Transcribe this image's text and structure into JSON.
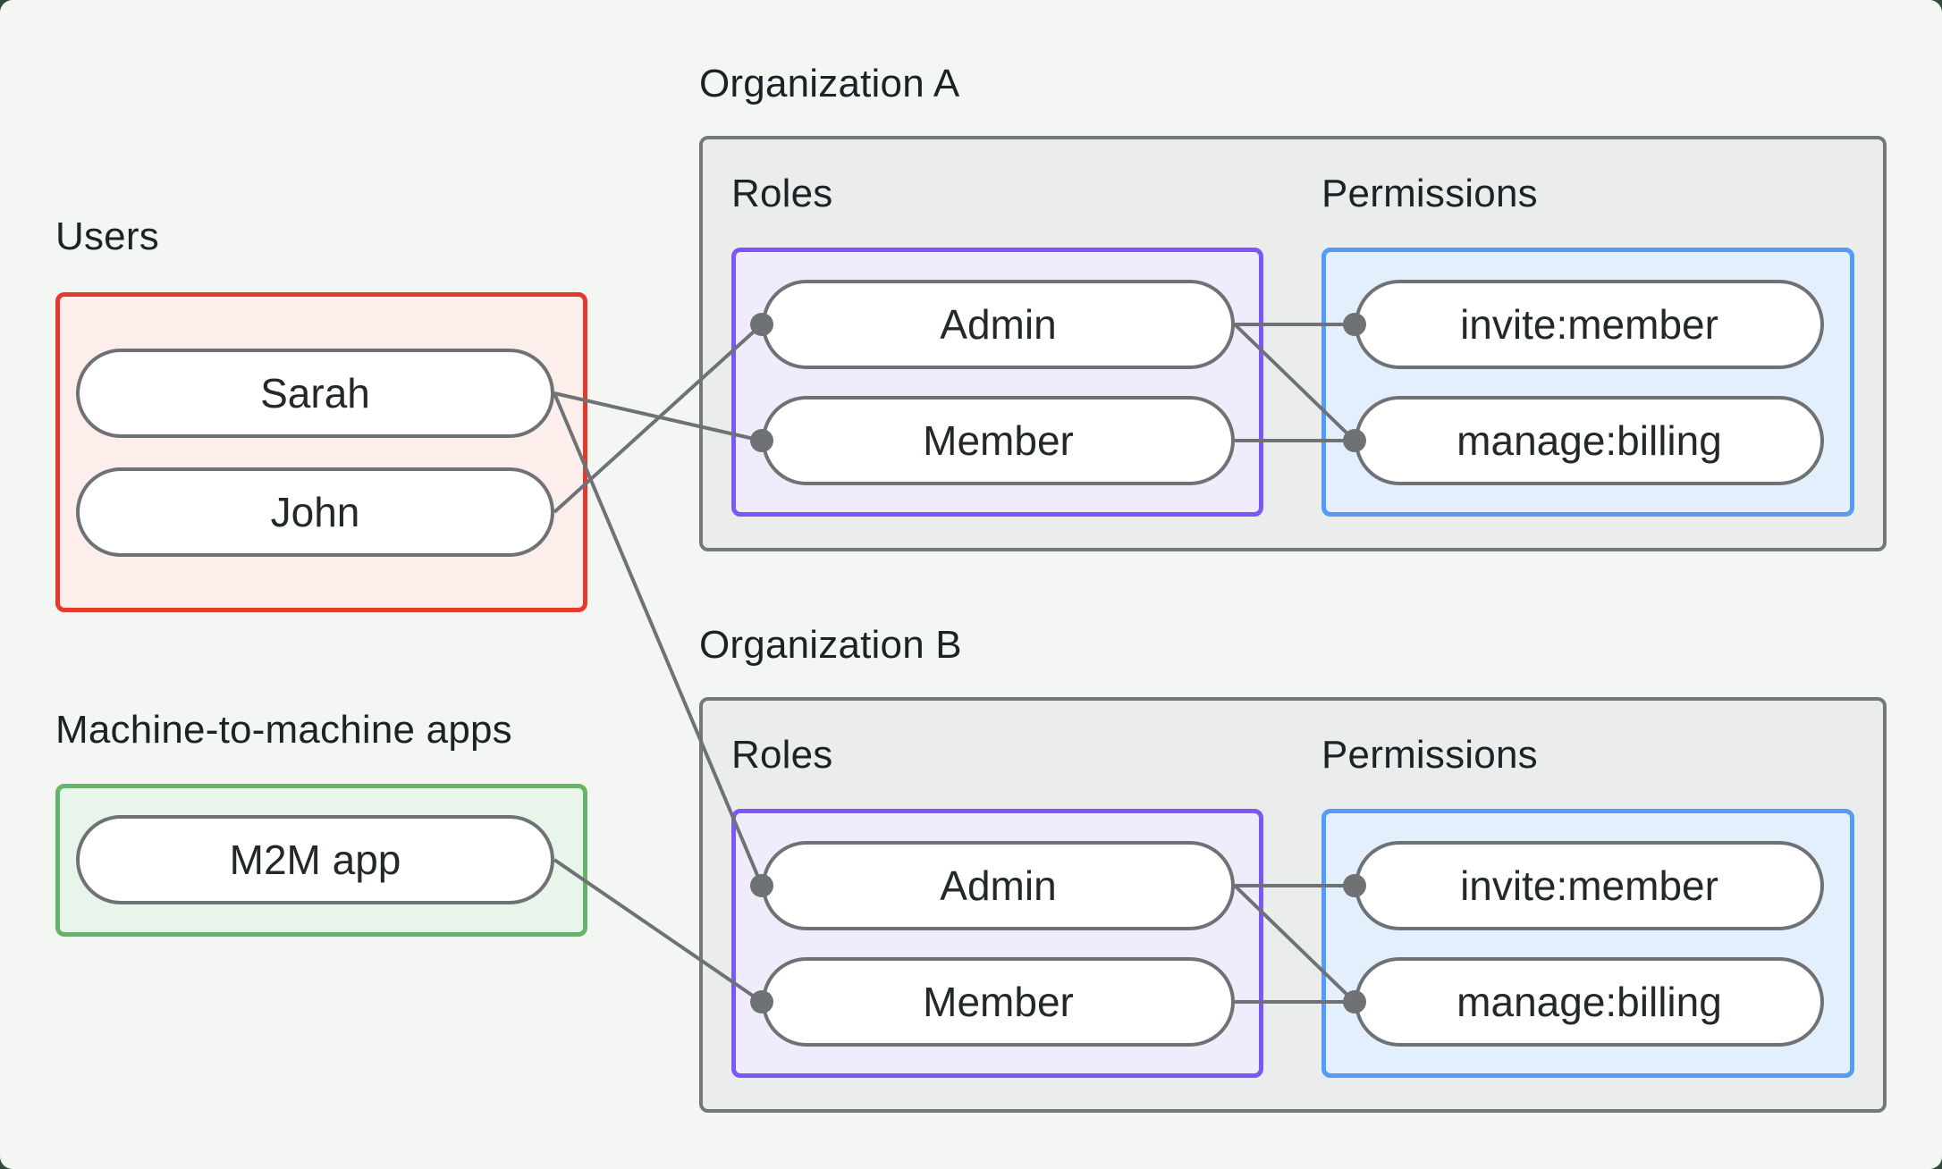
{
  "page": {
    "frame_color": "#2e4b3c",
    "canvas_color": "#f4f6f4"
  },
  "palette": {
    "connector": "#6e7275",
    "pill_border": "#6e7275",
    "pill_fill": "#ffffff",
    "org_box_fill": "#ebedec",
    "org_box_border": "#74787b",
    "text": "#1d2226"
  },
  "groups": {
    "users": {
      "label": "Users",
      "border": "#e13b30",
      "fill": "#fdeeec",
      "members": [
        "Sarah",
        "John"
      ]
    },
    "m2m": {
      "label": "Machine-to-machine apps",
      "border": "#63b667",
      "fill": "#e9f4ea",
      "members": [
        "M2M app"
      ]
    }
  },
  "organizations": [
    {
      "title": "Organization A",
      "roles": {
        "label": "Roles",
        "border": "#7b58f4",
        "fill": "#f1ecfb",
        "items": [
          "Admin",
          "Member"
        ]
      },
      "permissions": {
        "label": "Permissions",
        "border": "#549af8",
        "fill": "#e3effc",
        "items": [
          "invite:member",
          "manage:billing"
        ]
      }
    },
    {
      "title": "Organization B",
      "roles": {
        "label": "Roles",
        "border": "#7b58f4",
        "fill": "#f1ecfb",
        "items": [
          "Admin",
          "Member"
        ]
      },
      "permissions": {
        "label": "Permissions",
        "border": "#549af8",
        "fill": "#e3effc",
        "items": [
          "invite:member",
          "manage:billing"
        ]
      }
    }
  ],
  "edges": [
    {
      "from": "user-sarah",
      "to": "orgA-role-member"
    },
    {
      "from": "user-sarah",
      "to": "orgB-role-admin"
    },
    {
      "from": "user-john",
      "to": "orgA-role-admin"
    },
    {
      "from": "m2m-app",
      "to": "orgB-role-member"
    },
    {
      "from": "orgA-role-admin",
      "to": "orgA-perm-invite"
    },
    {
      "from": "orgA-role-admin",
      "to": "orgA-perm-manage"
    },
    {
      "from": "orgA-role-member",
      "to": "orgA-perm-manage"
    },
    {
      "from": "orgB-role-admin",
      "to": "orgB-perm-invite"
    },
    {
      "from": "orgB-role-admin",
      "to": "orgB-perm-manage"
    },
    {
      "from": "orgB-role-member",
      "to": "orgB-perm-manage"
    }
  ],
  "connector_style": {
    "width": 4,
    "dot_radius": 13
  }
}
